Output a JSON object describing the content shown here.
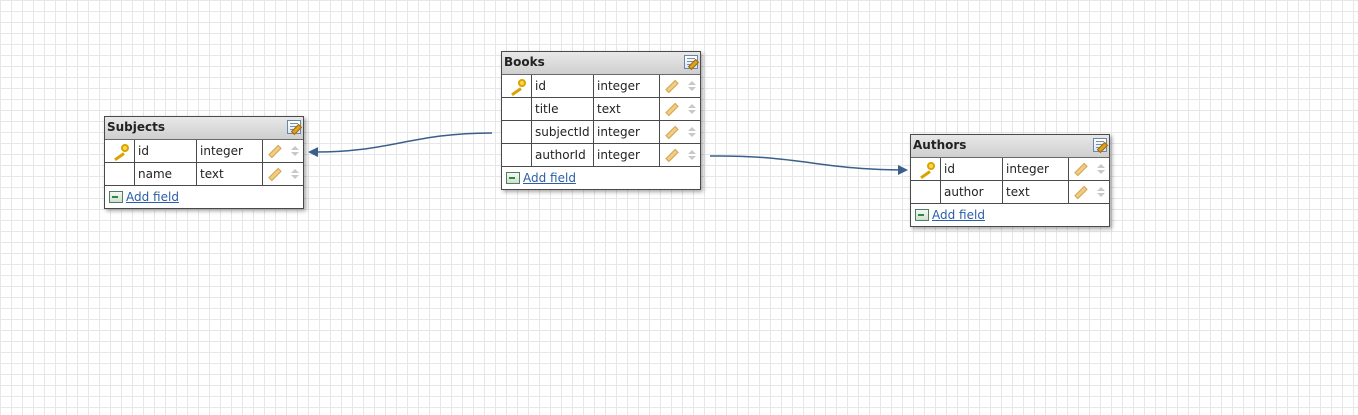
{
  "tables": [
    {
      "id": "subjects",
      "title": "Subjects",
      "fields": [
        {
          "name": "id",
          "type": "integer",
          "primary_key": true
        },
        {
          "name": "name",
          "type": "text",
          "primary_key": false
        }
      ],
      "add_field_label": "Add field"
    },
    {
      "id": "books",
      "title": "Books",
      "fields": [
        {
          "name": "id",
          "type": "integer",
          "primary_key": true
        },
        {
          "name": "title",
          "type": "text",
          "primary_key": false
        },
        {
          "name": "subjectId",
          "type": "integer",
          "primary_key": false
        },
        {
          "name": "authorId",
          "type": "integer",
          "primary_key": false
        }
      ],
      "add_field_label": "Add field"
    },
    {
      "id": "authors",
      "title": "Authors",
      "fields": [
        {
          "name": "id",
          "type": "integer",
          "primary_key": true
        },
        {
          "name": "author",
          "type": "text",
          "primary_key": false
        }
      ],
      "add_field_label": "Add field"
    }
  ],
  "relations": [
    {
      "from_table": "books",
      "from_field": "subjectId",
      "to_table": "subjects",
      "to_field": "id"
    },
    {
      "from_table": "books",
      "from_field": "authorId",
      "to_table": "authors",
      "to_field": "id"
    }
  ],
  "colors": {
    "connector": "#3a5f8a",
    "link": "#2a5da8",
    "header_top": "#e8e8e8",
    "header_bottom": "#cfcfcf",
    "grid": "#e7e7e7"
  }
}
